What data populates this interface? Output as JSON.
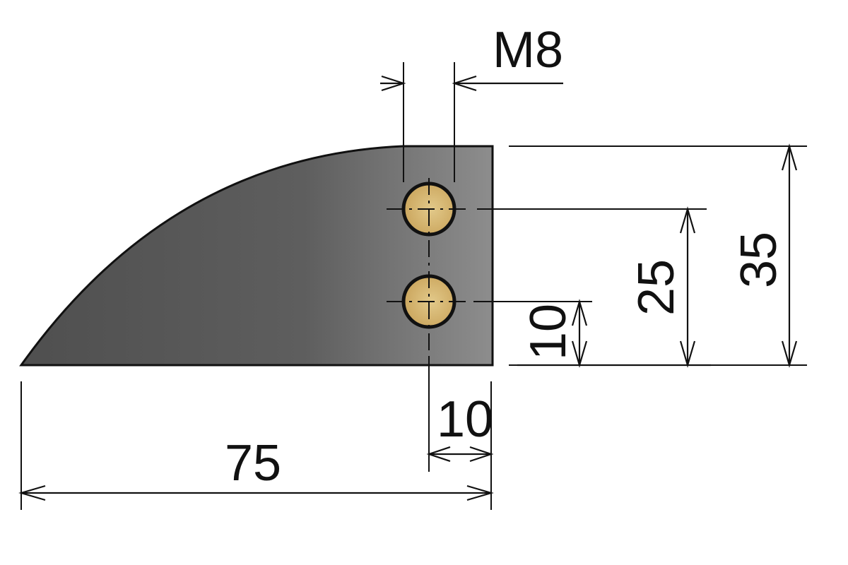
{
  "drawing": {
    "part_color": "#5a5a5a",
    "hole_color": "#d4b46a",
    "line_color": "#111111"
  },
  "dimensions": {
    "thread": "M8",
    "total_length": "75",
    "hole_edge_offset": "10",
    "total_height": "35",
    "upper_hole_height": "25",
    "lower_hole_height": "10"
  }
}
